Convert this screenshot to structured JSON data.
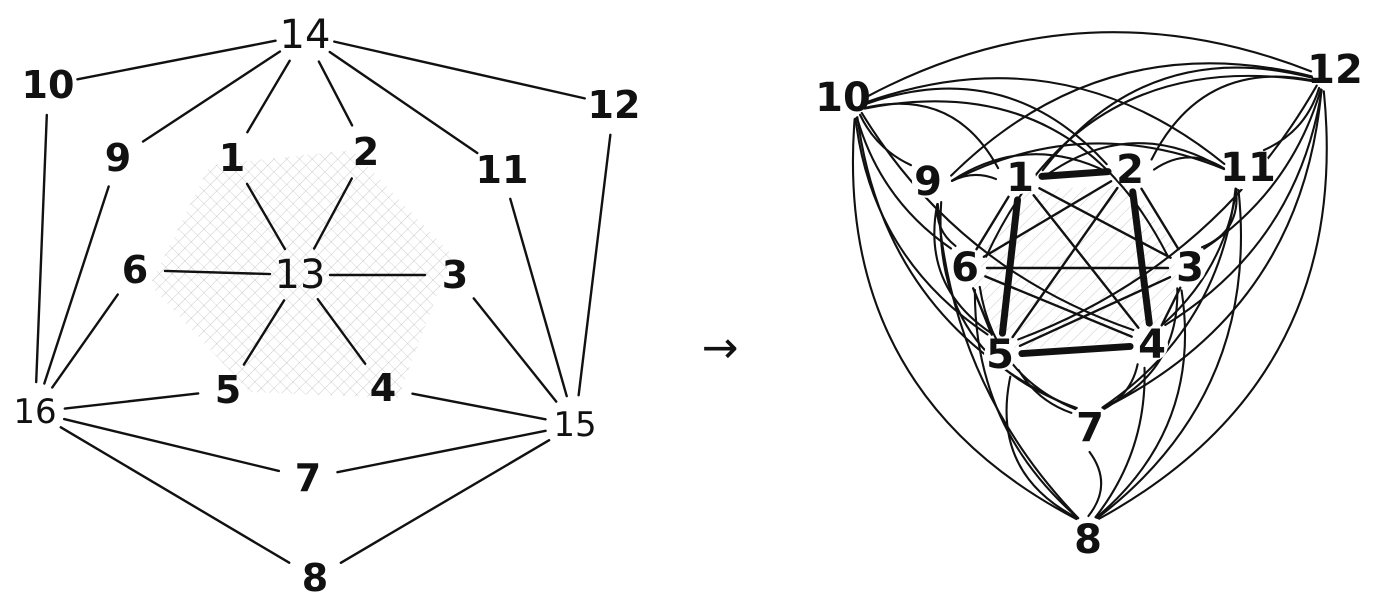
{
  "left_graph": {
    "nodes": [
      {
        "id": "1",
        "label": "1"
      },
      {
        "id": "2",
        "label": "2"
      },
      {
        "id": "3",
        "label": "3"
      },
      {
        "id": "4",
        "label": "4"
      },
      {
        "id": "5",
        "label": "5"
      },
      {
        "id": "6",
        "label": "6"
      },
      {
        "id": "7",
        "label": "7"
      },
      {
        "id": "8",
        "label": "8"
      },
      {
        "id": "9",
        "label": "9"
      },
      {
        "id": "10",
        "label": "10"
      },
      {
        "id": "11",
        "label": "11"
      },
      {
        "id": "12",
        "label": "12"
      },
      {
        "id": "13",
        "label": "13"
      },
      {
        "id": "14",
        "label": "14"
      },
      {
        "id": "15",
        "label": "15"
      },
      {
        "id": "16",
        "label": "16"
      }
    ],
    "edges": [
      [
        "14",
        "10"
      ],
      [
        "14",
        "9"
      ],
      [
        "14",
        "1"
      ],
      [
        "14",
        "2"
      ],
      [
        "14",
        "11"
      ],
      [
        "14",
        "12"
      ],
      [
        "13",
        "1"
      ],
      [
        "13",
        "2"
      ],
      [
        "13",
        "3"
      ],
      [
        "13",
        "4"
      ],
      [
        "13",
        "5"
      ],
      [
        "13",
        "6"
      ],
      [
        "10",
        "16"
      ],
      [
        "9",
        "16"
      ],
      [
        "6",
        "16"
      ],
      [
        "12",
        "15"
      ],
      [
        "11",
        "15"
      ],
      [
        "3",
        "15"
      ],
      [
        "16",
        "5"
      ],
      [
        "16",
        "7"
      ],
      [
        "16",
        "8"
      ],
      [
        "4",
        "15"
      ],
      [
        "15",
        "7"
      ],
      [
        "15",
        "8"
      ]
    ]
  },
  "right_graph": {
    "nodes": [
      {
        "id": "1",
        "label": "1"
      },
      {
        "id": "2",
        "label": "2"
      },
      {
        "id": "3",
        "label": "3"
      },
      {
        "id": "4",
        "label": "4"
      },
      {
        "id": "5",
        "label": "5"
      },
      {
        "id": "6",
        "label": "6"
      },
      {
        "id": "7",
        "label": "7"
      },
      {
        "id": "8",
        "label": "8"
      },
      {
        "id": "9",
        "label": "9"
      },
      {
        "id": "10",
        "label": "10"
      },
      {
        "id": "11",
        "label": "11"
      },
      {
        "id": "12",
        "label": "12"
      }
    ],
    "thick_edges": [
      [
        "1",
        "2"
      ],
      [
        "5",
        "4"
      ],
      [
        "1",
        "5"
      ],
      [
        "2",
        "4"
      ]
    ],
    "inner_edges": [
      [
        "1",
        "3"
      ],
      [
        "1",
        "4"
      ],
      [
        "1",
        "6"
      ],
      [
        "2",
        "3"
      ],
      [
        "2",
        "5"
      ],
      [
        "2",
        "6"
      ],
      [
        "6",
        "3"
      ],
      [
        "6",
        "4"
      ],
      [
        "6",
        "5"
      ],
      [
        "3",
        "4"
      ],
      [
        "3",
        "5"
      ]
    ],
    "outer_edges": [
      [
        "10",
        "9"
      ],
      [
        "10",
        "12"
      ],
      [
        "10",
        "11"
      ],
      [
        "10",
        "2"
      ],
      [
        "10",
        "1"
      ],
      [
        "10",
        "6"
      ],
      [
        "10",
        "5"
      ],
      [
        "10",
        "7"
      ],
      [
        "10",
        "8"
      ],
      [
        "10",
        "3"
      ],
      [
        "10",
        "4"
      ],
      [
        "12",
        "11"
      ],
      [
        "12",
        "9"
      ],
      [
        "12",
        "1"
      ],
      [
        "12",
        "2"
      ],
      [
        "12",
        "3"
      ],
      [
        "12",
        "4"
      ],
      [
        "12",
        "7"
      ],
      [
        "12",
        "8"
      ],
      [
        "12",
        "6"
      ],
      [
        "12",
        "5"
      ],
      [
        "9",
        "1"
      ],
      [
        "9",
        "6"
      ],
      [
        "9",
        "5"
      ],
      [
        "9",
        "7"
      ],
      [
        "9",
        "8"
      ],
      [
        "9",
        "11"
      ],
      [
        "9",
        "2"
      ],
      [
        "11",
        "2"
      ],
      [
        "11",
        "3"
      ],
      [
        "11",
        "4"
      ],
      [
        "11",
        "7"
      ],
      [
        "11",
        "8"
      ],
      [
        "11",
        "1"
      ],
      [
        "7",
        "8"
      ],
      [
        "7",
        "5"
      ],
      [
        "7",
        "4"
      ],
      [
        "7",
        "6"
      ],
      [
        "7",
        "3"
      ],
      [
        "8",
        "5"
      ],
      [
        "8",
        "4"
      ],
      [
        "8",
        "6"
      ],
      [
        "8",
        "3"
      ]
    ]
  },
  "arrow_glyph": "→"
}
